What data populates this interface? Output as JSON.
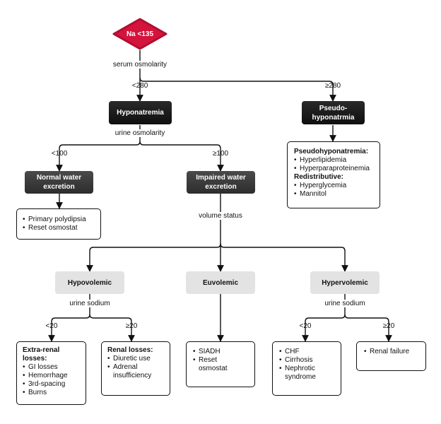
{
  "start": {
    "label": "Na <135",
    "color": "#d4143c"
  },
  "edges": {
    "serum": "serum osmolarity",
    "lt280": "<280",
    "ge280": "≥280",
    "urine_osm": "urine osmolarity",
    "lt100": "<100",
    "ge100": "≥100",
    "volume": "volume status",
    "urine_na_hypo": "urine sodium",
    "urine_na_hyper": "urine sodium",
    "lt20_a": "<20",
    "ge20_a": "≥20",
    "lt20_b": "<20",
    "ge20_b": "≥20"
  },
  "nodes": {
    "hyponatremia": "Hyponatremia",
    "pseudo": [
      "Pseudo-",
      "hyponatrmia"
    ],
    "normal_water": [
      "Normal water",
      "excretion"
    ],
    "impaired_water": [
      "Impaired water",
      "excretion"
    ],
    "hypovolemic": "Hypovolemic",
    "euvolemic": "Euvolemic",
    "hypervolemic": "Hypervolemic"
  },
  "boxes": {
    "pseudo_causes": {
      "heading1": "Pseudohyponatremia:",
      "items1": [
        "Hyperlipidemia",
        "Hyperparaproteinemia"
      ],
      "heading2": "Redistributive:",
      "items2": [
        "Hyperglycemia",
        "Mannitol"
      ]
    },
    "normal_causes": {
      "items": [
        "Primary polydipsia",
        "Reset osmostat"
      ]
    },
    "extra_renal": {
      "heading": [
        "Extra-renal",
        "losses:"
      ],
      "items": [
        "GI losses",
        "Hemorrhage",
        "3rd-spacing",
        "Burns"
      ]
    },
    "renal_losses": {
      "heading": "Renal losses:",
      "items": [
        "Diuretic use",
        [
          "Adrenal",
          "insufficiency"
        ]
      ]
    },
    "euvolemic_causes": {
      "items": [
        "SIADH",
        [
          "Reset",
          "osmostat"
        ]
      ]
    },
    "hyper_low": {
      "items": [
        "CHF",
        "Cirrhosis",
        [
          "Nephrotic",
          "syndrome"
        ]
      ]
    },
    "hyper_high": {
      "items": [
        "Renal failure"
      ]
    }
  }
}
